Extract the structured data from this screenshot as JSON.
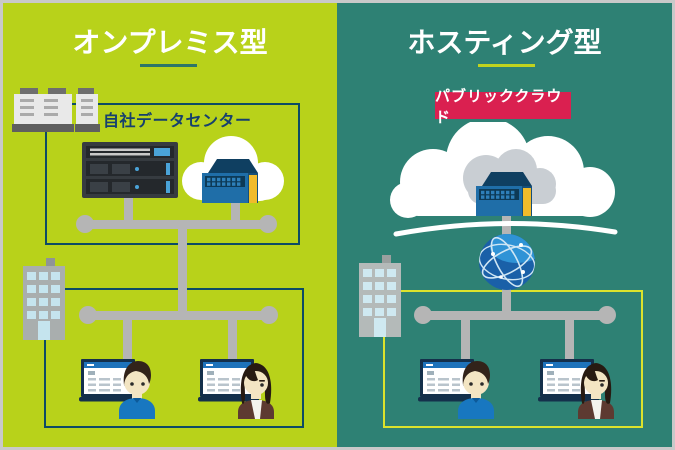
{
  "diagram": {
    "kind": "comparison-infographic",
    "outer_border_color": "#c9c9c9",
    "connector_color": "#b5b5b5"
  },
  "left_panel": {
    "title": "オンプレミス型",
    "bg_color": "#b8d21a",
    "title_color": "#ffffff",
    "underline_color": "#2c7668",
    "datacenter_box_label": "自社データセンター",
    "datacenter_label_color": "#16406e",
    "box_border_color": "#0d4b66",
    "icons": [
      "server-cabinets-icon",
      "server-rack-icon",
      "cloud-datacenter-icon",
      "office-building-icon",
      "laptop-user-man-icon",
      "laptop-user-woman-icon"
    ]
  },
  "right_panel": {
    "title": "ホスティング型",
    "bg_color": "#2e8174",
    "title_color": "#ffffff",
    "underline_color": "#c0d31e",
    "badge_label": "パブリッククラウド",
    "badge_bg_color": "#da2050",
    "badge_text_color": "#ffffff",
    "box_border_color": "#dbe32c",
    "icons": [
      "public-cloud-icon",
      "cloud-datacenter-icon",
      "globe-network-icon",
      "office-building-icon",
      "laptop-user-man-icon",
      "laptop-user-woman-icon"
    ]
  },
  "shared_colors": {
    "datacenter_building_blue": "#1f6ea8",
    "datacenter_roof_navy": "#0f3f61",
    "door_yellow": "#f1bb2b",
    "globe_blue": "#1a60a8",
    "laptop_navy": "#14304b",
    "laptop_titlebar_blue": "#1e73bb",
    "shirt_blue": "#1877c0",
    "jacket_brown": "#5d3a31",
    "skin": "#f3e5c3",
    "cloud_white": "#ffffff",
    "inner_cloud_gray": "#c9ced3"
  }
}
